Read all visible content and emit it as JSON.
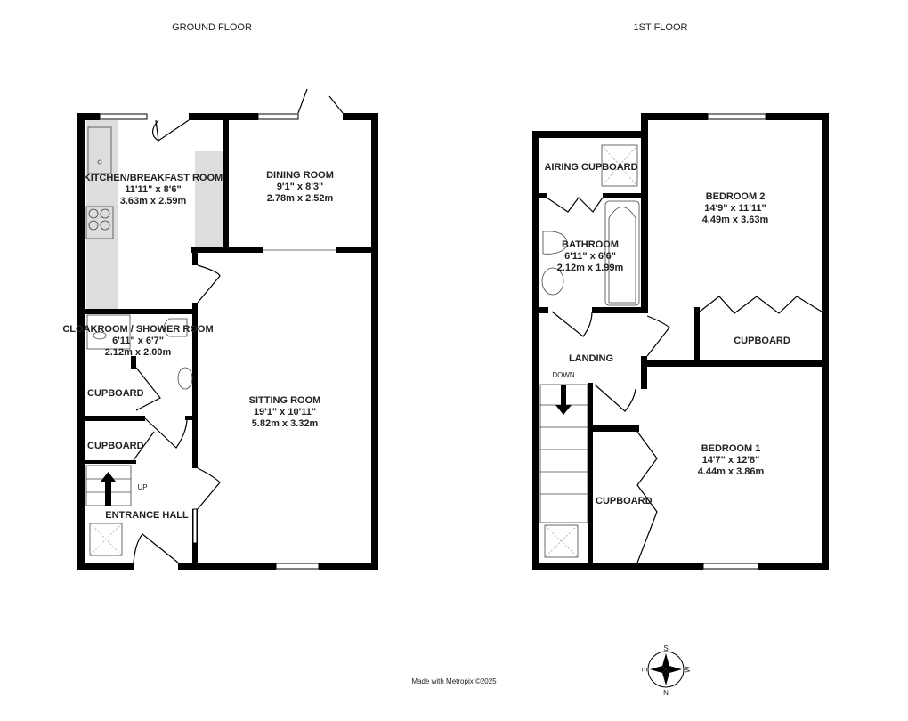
{
  "ground_floor": {
    "title": "GROUND FLOOR",
    "rooms": [
      {
        "name": "KITCHEN/BREAKFAST ROOM",
        "imperial": "11'11\"  x 8'6\"",
        "metric": "3.63m  x 2.59m"
      },
      {
        "name": "DINING ROOM",
        "imperial": "9'1\"  x 8'3\"",
        "metric": "2.78m  x 2.52m"
      },
      {
        "name": "CLOAKROOM / SHOWER ROOM",
        "imperial": "6'11\"  x 6'7\"",
        "metric": "2.12m  x 2.00m"
      },
      {
        "name": "SITTING ROOM",
        "imperial": "19'1\"  x 10'11\"",
        "metric": "5.82m  x 3.32m"
      },
      {
        "name": "CUPBOARD"
      },
      {
        "name": "CUPBOARD"
      },
      {
        "name": "ENTRANCE HALL"
      }
    ],
    "stairs_label": "UP"
  },
  "first_floor": {
    "title": "1ST FLOOR",
    "rooms": [
      {
        "name": "AIRING CUPBOARD"
      },
      {
        "name": "BATHROOM",
        "imperial": "6'11\"  x 6'6\"",
        "metric": "2.12m  x 1.99m"
      },
      {
        "name": "BEDROOM 2",
        "imperial": "14'9\"  x 11'11\"",
        "metric": "4.49m  x 3.63m"
      },
      {
        "name": "CUPBOARD"
      },
      {
        "name": "LANDING"
      },
      {
        "name": "BEDROOM 1",
        "imperial": "14'7\"  x 12'8\"",
        "metric": "4.44m  x 3.86m"
      },
      {
        "name": "CUPBOARD"
      }
    ],
    "stairs_label": "DOWN"
  },
  "footer": "Made with Metropix ©2025",
  "compass": {
    "top": "S",
    "right": "W",
    "bottom": "N",
    "left": "E"
  },
  "colors": {
    "wall": "#000000",
    "counter": "#dddddd"
  }
}
